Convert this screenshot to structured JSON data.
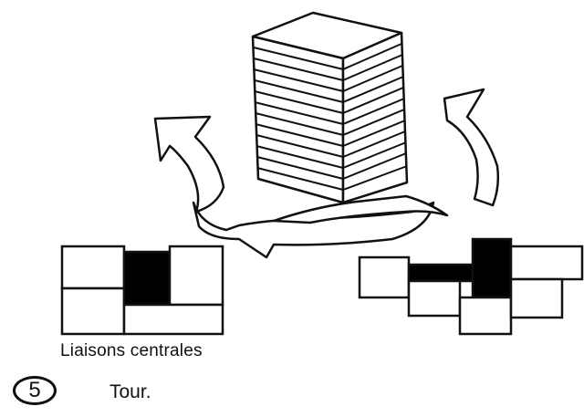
{
  "figure": {
    "caption": "Liaisons centrales",
    "number": "5",
    "title": "Tour."
  },
  "colors": {
    "ink": "#111111",
    "fill": "#ffffff",
    "core": "#000000"
  },
  "icons": [
    "tower-block",
    "curved-arrow",
    "plan-left",
    "plan-right"
  ]
}
